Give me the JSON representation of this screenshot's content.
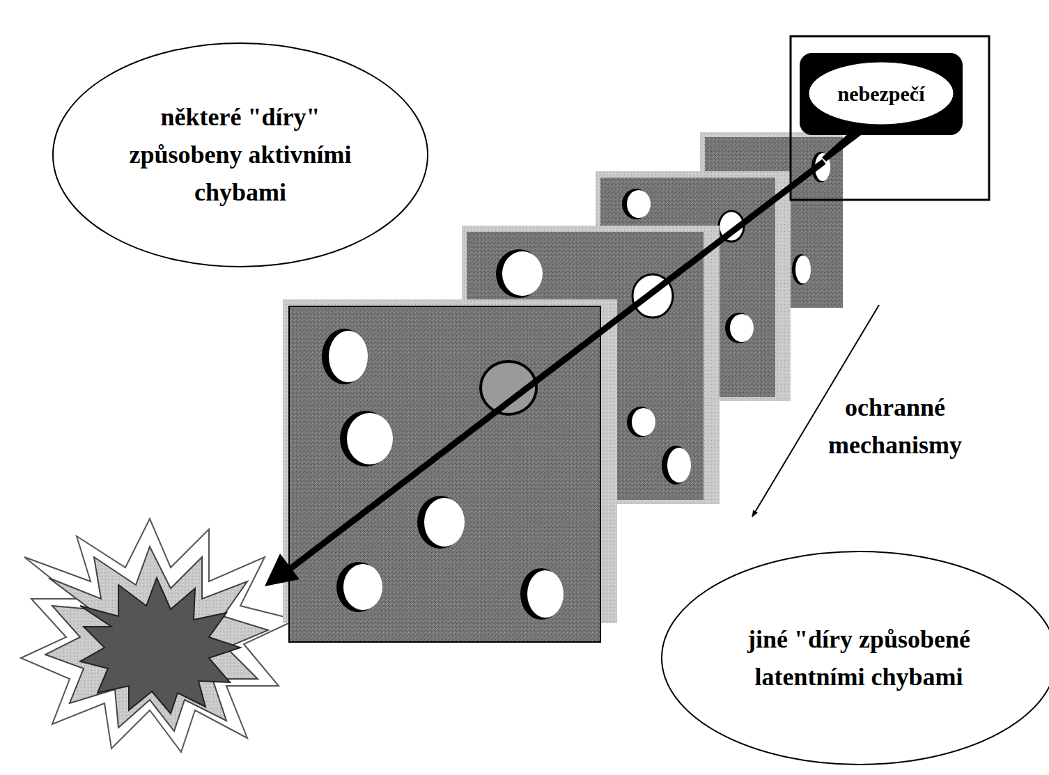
{
  "diagram": {
    "nodes": [
      {
        "text": [
          "některé \"díry\" způsobeny aktivními chybami"
        ]
      },
      {
        "text": [
          "nebezpečí"
        ]
      },
      {
        "text": [
          "jiné \"díry způsobené latentními chybami"
        ]
      }
    ],
    "labels": [
      "ochranné mechanismy"
    ]
  }
}
